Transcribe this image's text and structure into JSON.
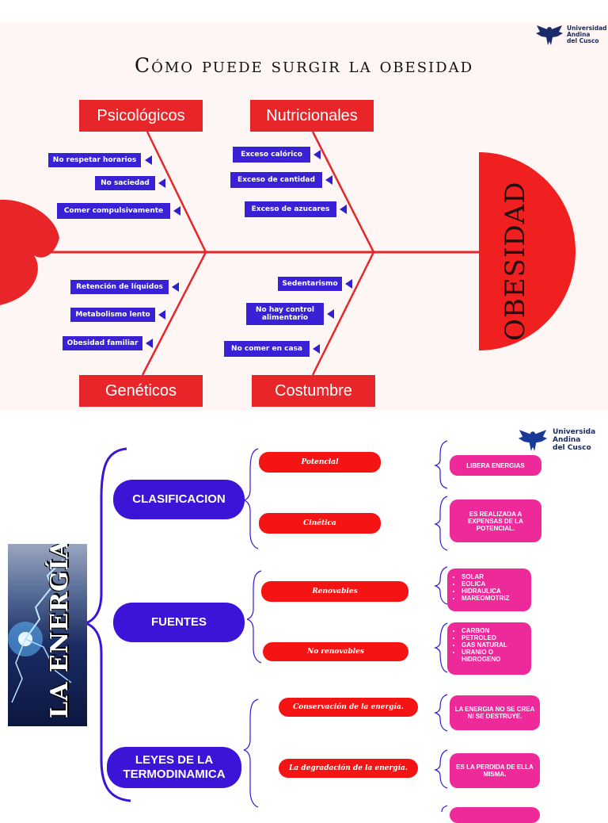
{
  "logo": {
    "line1": "Universidad",
    "line2": "Andina",
    "line3": "del Cusco"
  },
  "logo2": {
    "line1": "Universida",
    "line2": "Andina",
    "line3": "del Cusco"
  },
  "fishbone": {
    "title": "Cómo puede surgir la obesidad",
    "head_label": "OBESIDAD",
    "categories": {
      "psicologicos": "Psicológicos",
      "nutricionales": "Nutricionales",
      "geneticos": "Genéticos",
      "costumbre": "Costumbre"
    },
    "causes": {
      "psicologicos": [
        "No respetar horarios",
        "No saciedad",
        "Comer compulsivamente"
      ],
      "nutricionales": [
        "Exceso calórico",
        "Exceso de cantidad",
        "Exceso de azucares"
      ],
      "geneticos": [
        "Retención de líquidos",
        "Metabolismo lento",
        "Obesidad familiar"
      ],
      "costumbre": [
        "Sedentarismo",
        "No hay control alimentario",
        "No comer en casa"
      ]
    },
    "colors": {
      "red": "#e8262a",
      "purple": "#3a21d6"
    }
  },
  "energy_map": {
    "image_title": "LA ENERGÍA",
    "clasificacion": {
      "label": "CLASIFICACION",
      "items": [
        "Potencial",
        "Cinética"
      ],
      "details": [
        "LIBERA ENERGIAS",
        "ES REALIZADA A EXPENSAS DE LA POTENCIAL."
      ]
    },
    "fuentes": {
      "label": "FUENTES",
      "items": [
        "Renovables",
        "No renovables"
      ],
      "renovables_list": [
        "SOLAR",
        "EOLICA",
        "HIDRAULICA",
        "MAREOMOTRIZ"
      ],
      "no_renovables_list": [
        "CARBON",
        "PETROLEO",
        "GAS NATURAL",
        "URANIO O HIDROGENO"
      ]
    },
    "leyes": {
      "label": "LEYES DE LA TERMODINAMICA",
      "items": [
        "Conservación de la energía.",
        "La degradación de la energía."
      ],
      "details": [
        "LA ENERGIA NO SE CREA NI SE DESTRUYE.",
        "ES LA PERDIDA DE ELLA MISMA."
      ]
    },
    "colors": {
      "purple": "#3b14d8",
      "red": "#f51414",
      "pink": "#ee2a9a"
    }
  }
}
